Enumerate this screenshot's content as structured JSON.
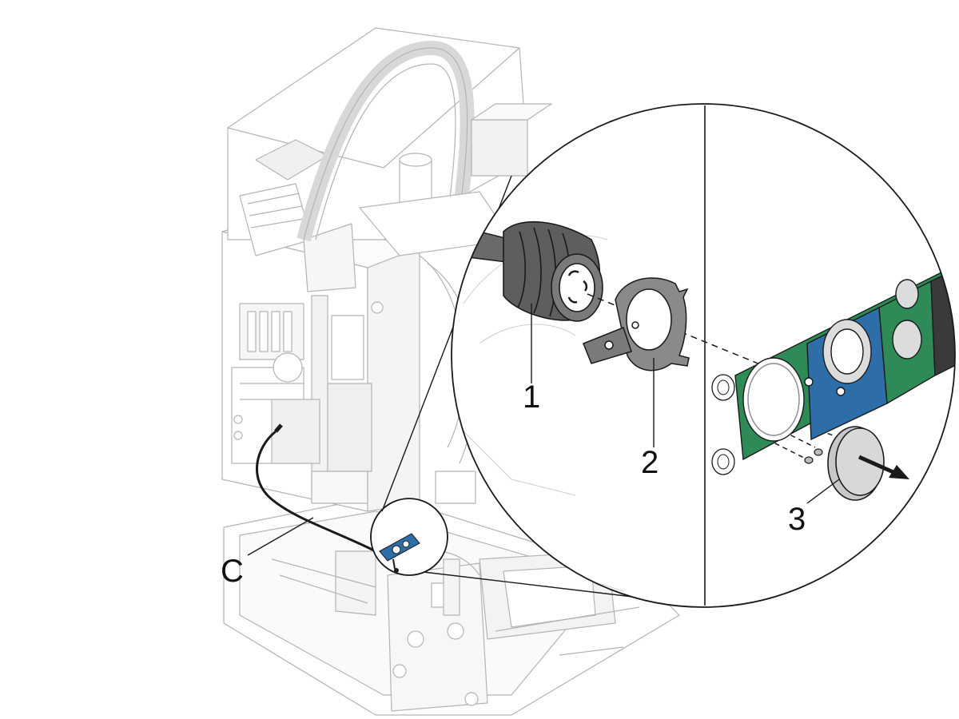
{
  "callouts": {
    "c": "C",
    "one": "1",
    "two": "2",
    "three": "3"
  },
  "colors": {
    "line": "#b4b4b4",
    "dark_line": "#1a1a1a",
    "panel_green": "#2e8b57",
    "panel_blue": "#2d6ea8",
    "panel_dark": "#3a3a3a",
    "plug_gray": "#5a5a5a",
    "cap_gray": "#c8c8c8"
  },
  "icons": [
    "machine-cabinet",
    "twist-lock-plug",
    "mounting-clamp",
    "receptacle-panel",
    "plug-cap",
    "removal-arrow"
  ]
}
